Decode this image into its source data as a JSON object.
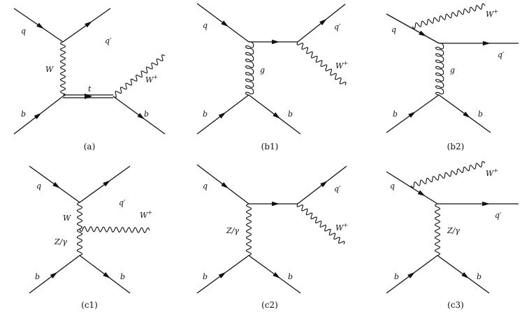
{
  "diagrams": [
    {
      "id": "a",
      "caption": "(a)",
      "labels": {
        "q_in": "q",
        "q_out": "q′",
        "b_in": "b",
        "b_out": "b",
        "prop1": "W",
        "prop2": "t",
        "emitted": "W",
        "emitted_charge": "+"
      }
    },
    {
      "id": "b1",
      "caption": "(b1)",
      "labels": {
        "q_in": "q",
        "q_out": "q′",
        "b_in": "b",
        "b_out": "b",
        "prop1": "g",
        "emitted": "W",
        "emitted_charge": "+"
      }
    },
    {
      "id": "b2",
      "caption": "(b2)",
      "labels": {
        "q_in": "q",
        "q_out": "q′",
        "b_in": "b",
        "b_out": "b",
        "prop1": "g",
        "emitted": "W",
        "emitted_charge": "+"
      }
    },
    {
      "id": "c1",
      "caption": "(c1)",
      "labels": {
        "q_in": "q",
        "q_out": "q′",
        "b_in": "b",
        "b_out": "b",
        "prop1": "W",
        "prop2": "Z/γ",
        "emitted": "W",
        "emitted_charge": "+"
      }
    },
    {
      "id": "c2",
      "caption": "(c2)",
      "labels": {
        "q_in": "q",
        "q_out": "q′",
        "b_in": "b",
        "b_out": "b",
        "prop1": "Z/γ",
        "emitted": "W",
        "emitted_charge": "+"
      }
    },
    {
      "id": "c3",
      "caption": "(c3)",
      "labels": {
        "q_in": "q",
        "q_out": "q′",
        "b_in": "b",
        "b_out": "b",
        "prop1": "Z/γ",
        "emitted": "W",
        "emitted_charge": "+"
      }
    }
  ]
}
